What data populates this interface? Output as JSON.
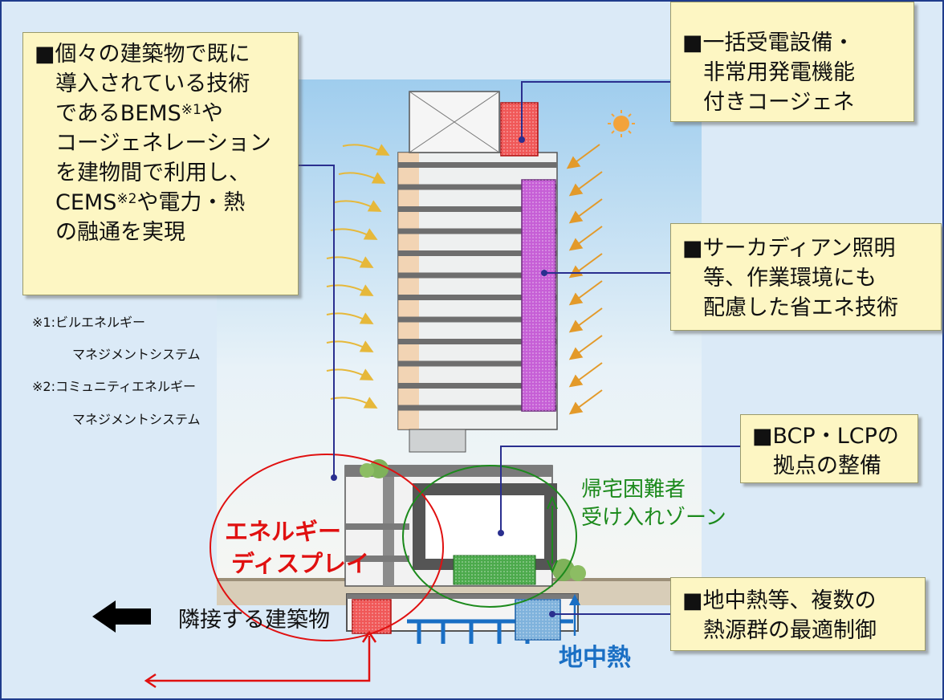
{
  "callouts": {
    "bems": {
      "line1": "■個々の建築物で既に",
      "line2": "導入されている技術",
      "line3_pre": "であるBEMS",
      "line3_sup": "※1",
      "line3_post": "や",
      "line4": "コージェネレーション",
      "line5": "を建物間で利用し、",
      "line6_pre": "CEMS",
      "line6_sup": "※2",
      "line6_post": "や電力・熱",
      "line7": "の融通を実現"
    },
    "substation": {
      "line1": "■一括受電設備・",
      "line2": "非常用発電機能",
      "line3": "付きコージェネ"
    },
    "lighting": {
      "line1": "■サーカディアン照明",
      "line2": "等、作業環境にも",
      "line3": "配慮した省エネ技術"
    },
    "bcp": {
      "line1": "■BCP・LCPの",
      "line2": "拠点の整備"
    },
    "geothermal": {
      "line1": "■地中熱等、複数の",
      "line2": "熱源群の最適制御"
    }
  },
  "notes": {
    "n1a": "※1:ビルエネルギー",
    "n1b": "マネジメントシステム",
    "n2a": "※2:コミュニティエネルギー",
    "n2b": "マネジメントシステム"
  },
  "labels": {
    "evac_line1": "帰宅困難者",
    "evac_line2": "受け入れゾーン",
    "energy_line1": "エネルギー",
    "energy_line2": "ディスプレイ",
    "adjacent": "隣接する建築物",
    "ground_heat": "地中熱"
  },
  "colors": {
    "frame": "#1f3c8c",
    "callout_bg": "#fdf6c3",
    "connector": "#2a2f8f",
    "energy_red": "#e01010",
    "evac_green": "#1c8a1c",
    "lighting_purple": "#c65fd6",
    "ground_blue": "#1a6fc4"
  }
}
